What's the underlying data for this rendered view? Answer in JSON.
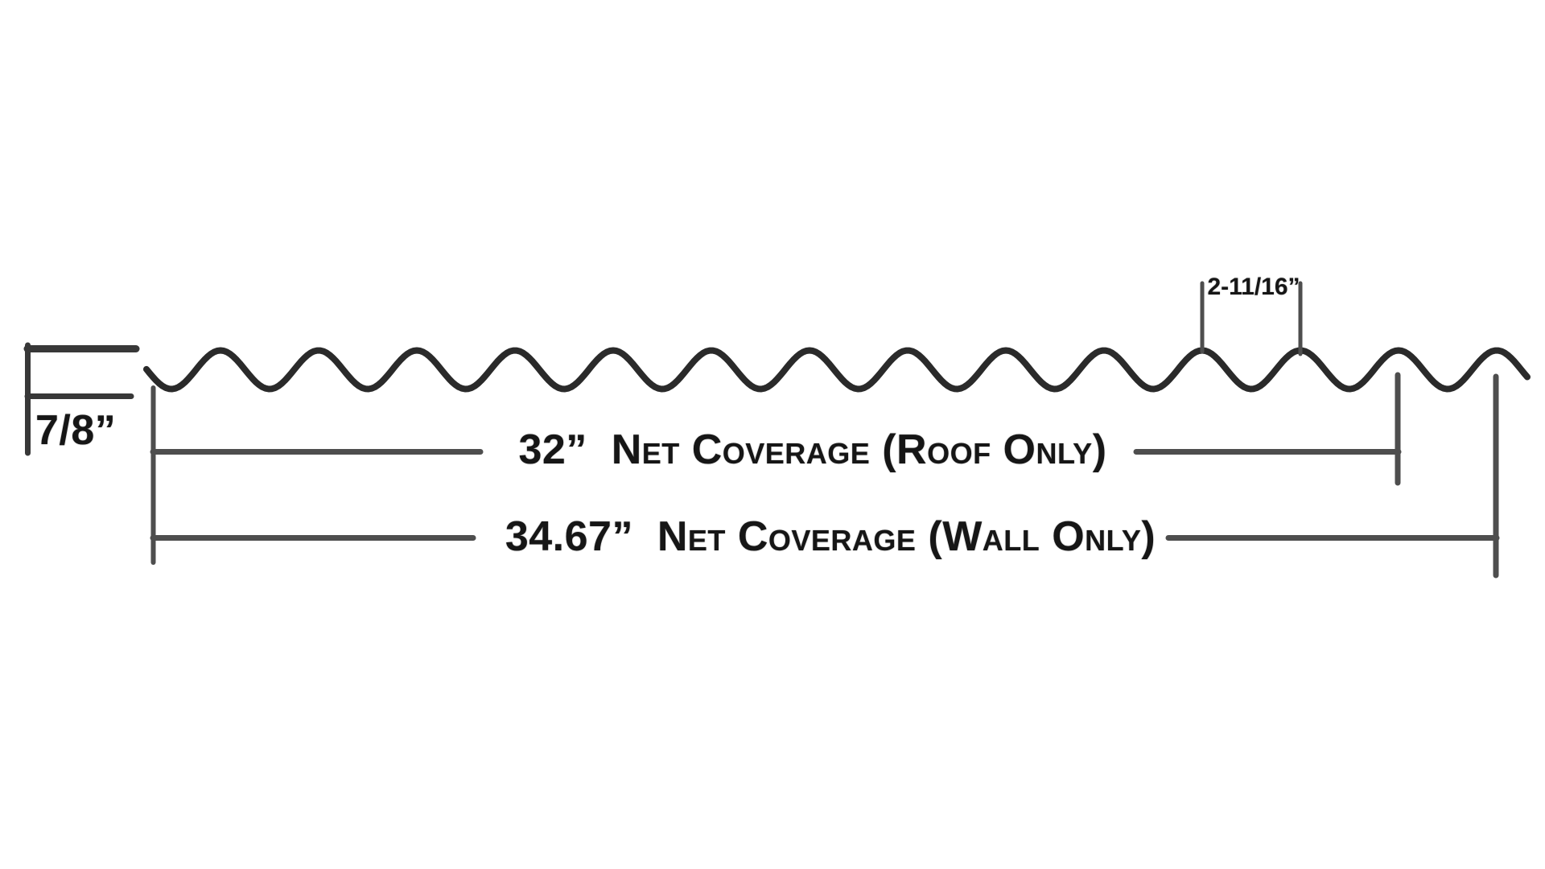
{
  "figure": {
    "description": "Corrugated panel profile dimension drawing",
    "colors": {
      "background": "#ffffff",
      "profile_stroke": "#2a2a2a",
      "bracket_stroke": "#383838",
      "dimension_stroke": "#4e4e4e",
      "text": "#161616"
    }
  },
  "labels": {
    "rib_height": "7/8”",
    "pitch": "2-11/16”",
    "roof_coverage": "32”  Net Coverage (Roof Only)",
    "wall_coverage": "34.67”  Net Coverage (Wall Only)"
  },
  "dimensions": {
    "rib_height_value": "7/8\"",
    "pitch_value": "2-11/16\"",
    "roof_net_coverage_value": "32\"",
    "wall_net_coverage_value": "34.67\""
  }
}
